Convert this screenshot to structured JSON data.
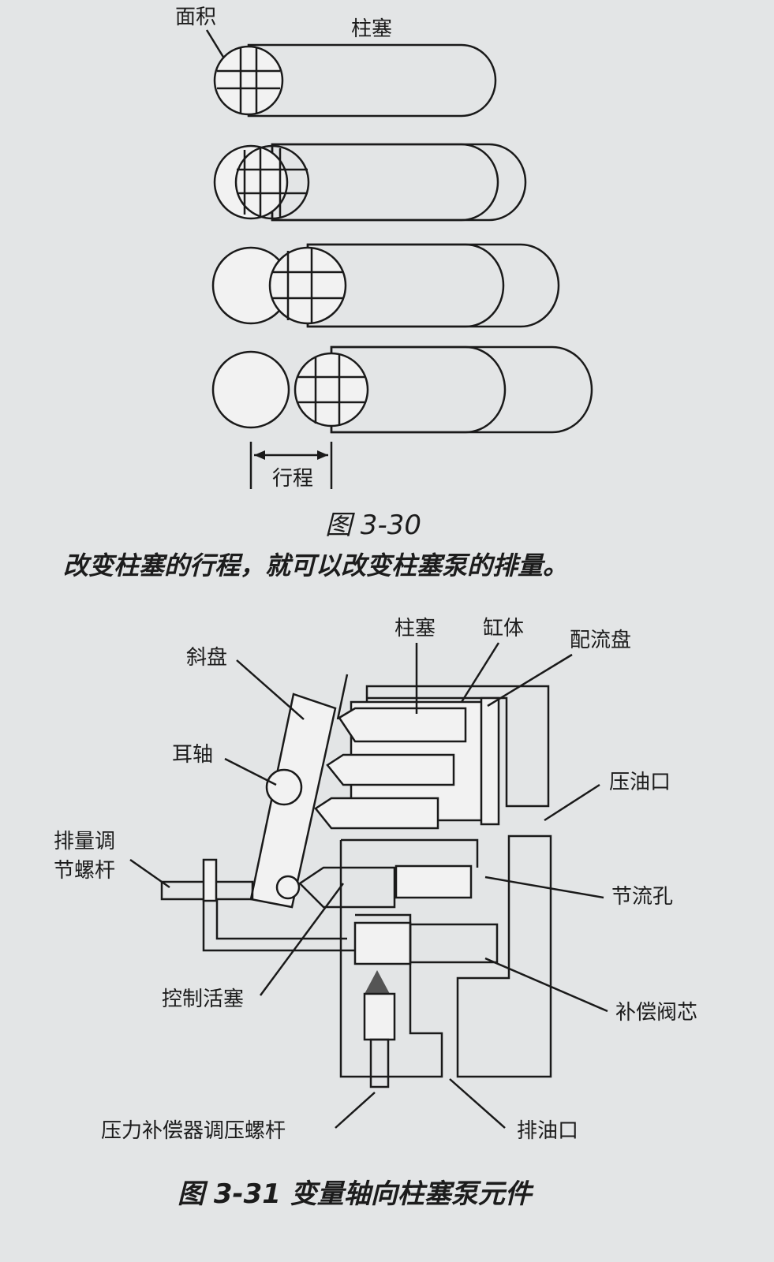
{
  "figure_30": {
    "labels": {
      "area": "面积",
      "plunger": "柱塞",
      "stroke": "行程"
    },
    "caption": "图 3-30",
    "description": "改变柱塞的行程，就可以改变柱塞泵的排量。"
  },
  "figure_31": {
    "labels": {
      "swashplate": "斜盘",
      "plunger": "柱塞",
      "cylinder_block": "缸体",
      "valve_plate": "配流盘",
      "trunnion": "耳轴",
      "pressure_port": "压油口",
      "displacement_screw_1": "排量调",
      "displacement_screw_2": "节螺杆",
      "orifice": "节流孔",
      "control_piston": "控制活塞",
      "compensator_spool": "补偿阀芯",
      "compensator_screw": "压力补偿器调压螺杆",
      "drain_port": "排油口"
    },
    "caption": "图 3-31  变量轴向柱塞泵元件"
  },
  "colors": {
    "background": "#e3e5e6",
    "plunger_fill": "#b5b5b5",
    "dark_fill": "#7d7d7d"
  }
}
